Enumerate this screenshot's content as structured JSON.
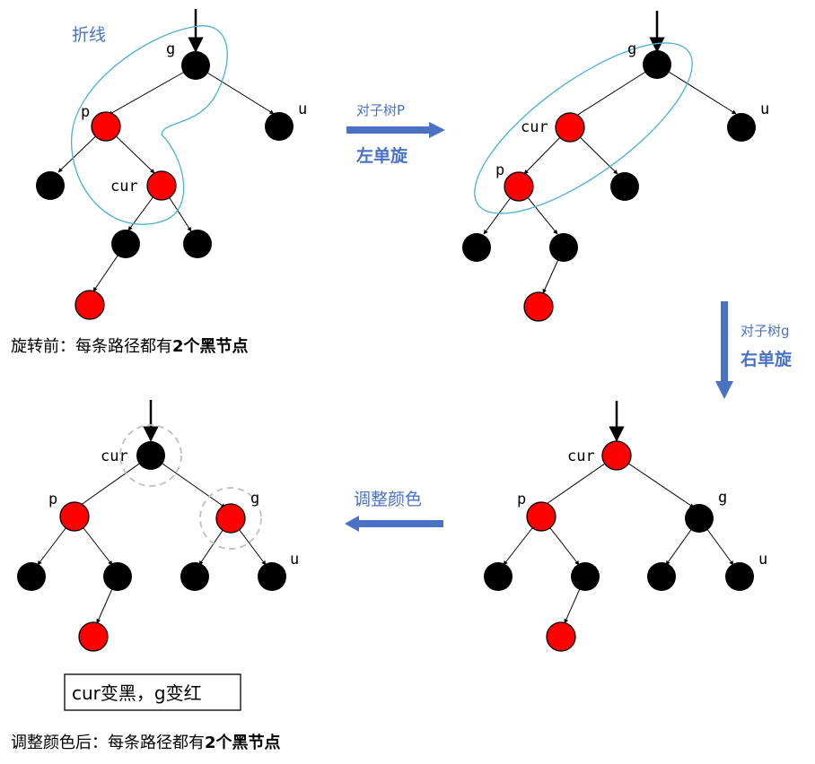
{
  "diagram": {
    "fold_label": "折线",
    "caption_before": {
      "text": "旋转前：每条路径都有",
      "bold": "2个黑节点"
    },
    "caption_after": {
      "text": "调整颜色后：每条路径都有",
      "bold": "2个黑节点"
    },
    "step1": {
      "small": "对子树P",
      "big": "左单旋"
    },
    "step2": {
      "small": "对子树g",
      "big": "右单旋"
    },
    "step3": {
      "label": "调整颜色"
    },
    "recolor_note": "cur变黑，g变红",
    "node_labels": {
      "g": "g",
      "p": "p",
      "u": "u",
      "cur": "cur"
    },
    "colors": {
      "red": "#ff0000",
      "black": "#000000",
      "accent": "#4a72c4",
      "ellipse": "#4ab0d8",
      "dashed": "#bfbfbf"
    }
  }
}
